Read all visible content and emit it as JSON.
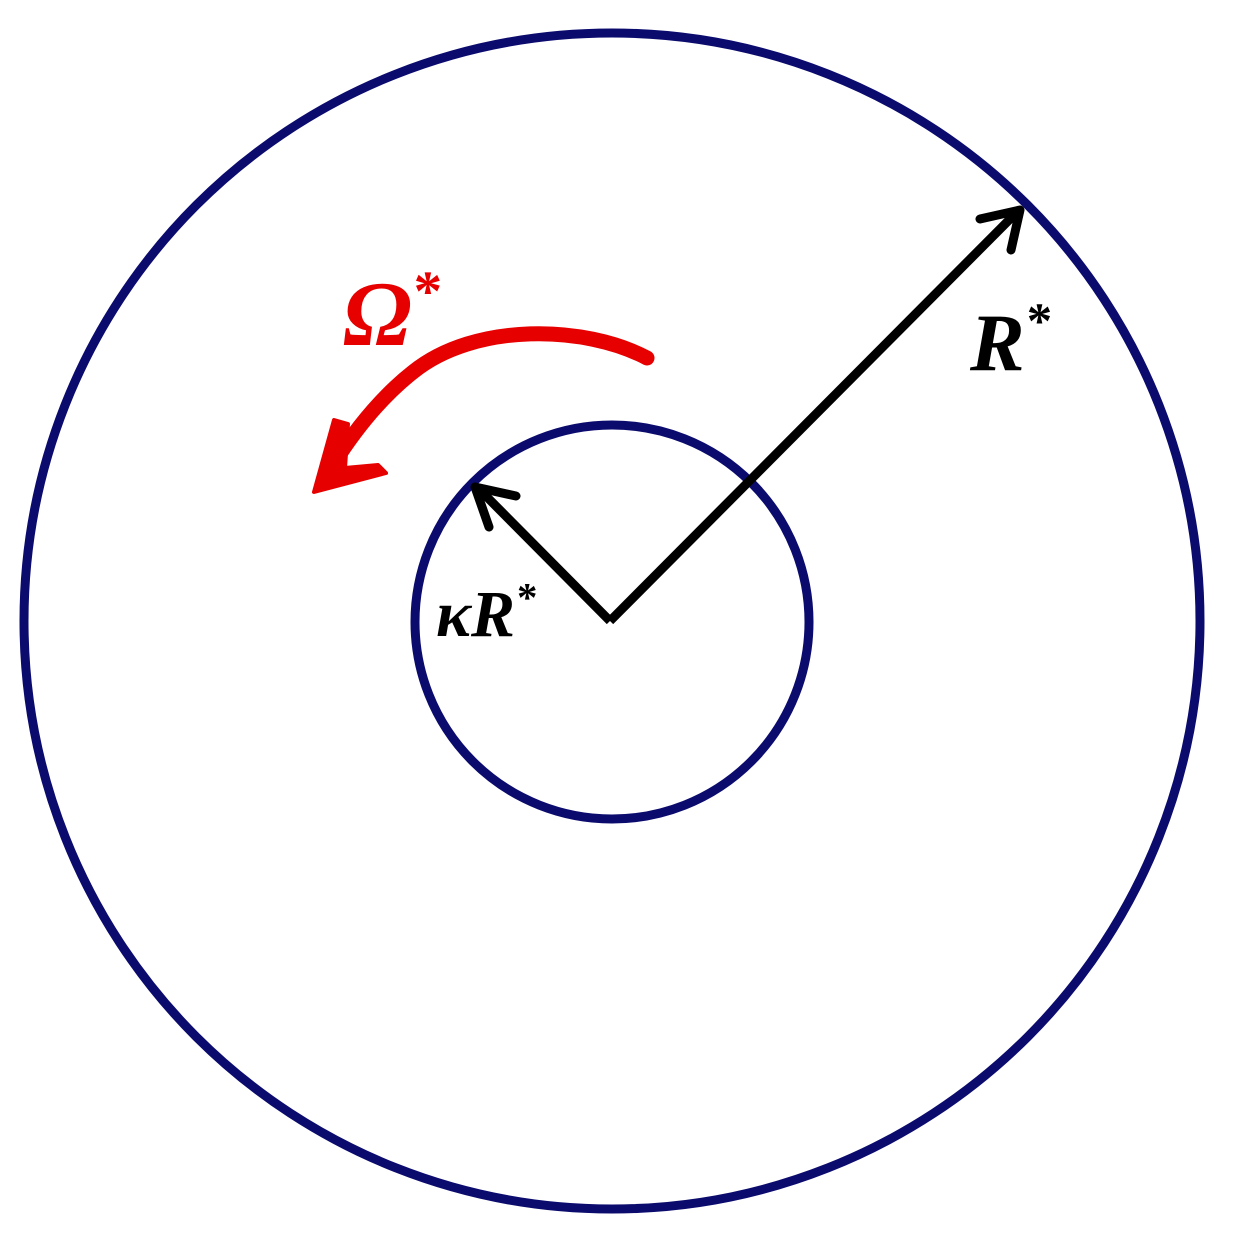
{
  "labels": {
    "rotation": {
      "symbol": "Ω",
      "superscript": "*"
    },
    "outer_radius": {
      "symbol": "R",
      "superscript": "*"
    },
    "inner_radius": {
      "symbol": "κR",
      "superscript": "*"
    }
  },
  "colors": {
    "cylinder_outline": "#0b0b6e",
    "radius_arrows": "#000000",
    "rotation_arrow": "#e60000"
  },
  "icons": {
    "rotation_arrow": "curved-arrow-counterclockwise-icon",
    "outer_radius_arrow": "arrow-icon",
    "inner_radius_arrow": "arrow-icon"
  }
}
